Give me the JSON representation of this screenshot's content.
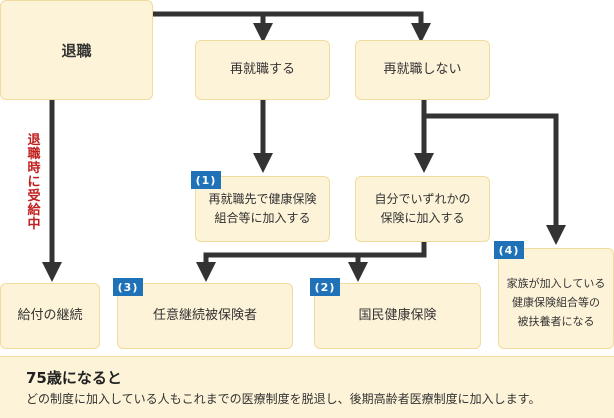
{
  "nodes": {
    "retirement": "退職",
    "reemployed": "再就職する",
    "not_reemployed": "再就職しない",
    "reemployer_insurance": "再就職先で健康保険\n組合等に加入する",
    "self_join": "自分でいずれかの\n保険に加入する",
    "benefit_continuation": "給付の継続",
    "voluntary_continuation": "任意継続被保険者",
    "national_health": "国民健康保険",
    "family_dependent": "家族が加入している\n健康保険組合等の\n被扶養者になる"
  },
  "badges": {
    "b1": "(1)",
    "b2": "(2)",
    "b3": "(3)",
    "b4": "(4)"
  },
  "vertical_label": "退職時に受給中",
  "note": {
    "title": "75歳になると",
    "body": "どの制度に加入している人もこれまでの医療制度を脱退し、後期高齢者医療制度に加入します。"
  },
  "colors": {
    "box_fill": "#fdf3d8",
    "box_border": "#f1dc9d",
    "arrow": "#333333",
    "badge": "#1f72b8",
    "vertical_label": "#c0201f"
  }
}
